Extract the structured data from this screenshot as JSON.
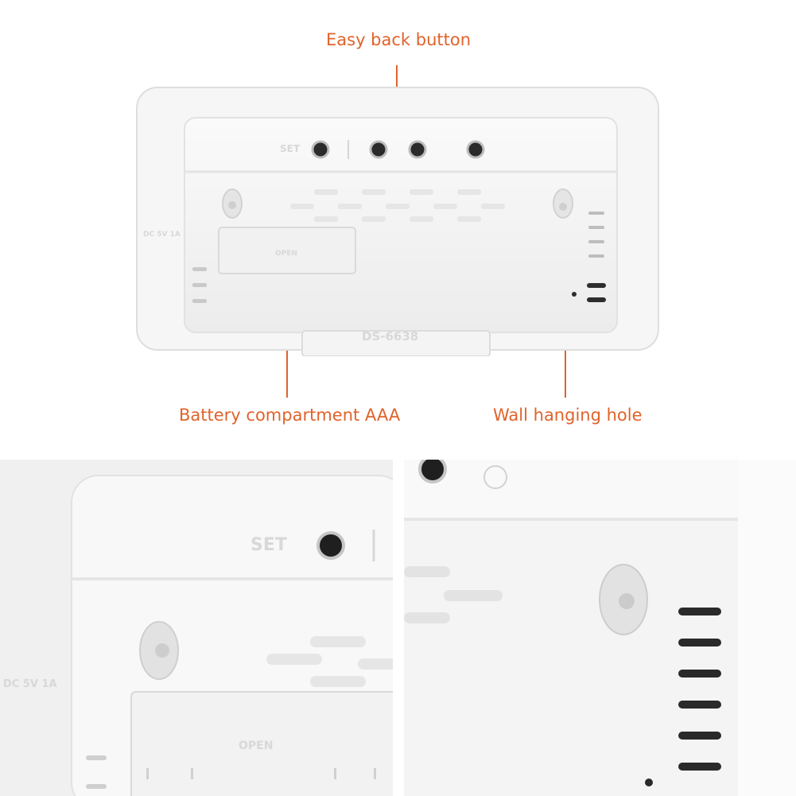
{
  "callouts": {
    "back_button": "Easy back button",
    "battery": "Battery compartment AAA",
    "wall_hole": "Wall hanging hole"
  },
  "embossed": {
    "set": "SET",
    "open": "OPEN",
    "model": "DS-6638",
    "power": "DC 5V 1A"
  },
  "colors": {
    "accent": "#e0632b"
  }
}
